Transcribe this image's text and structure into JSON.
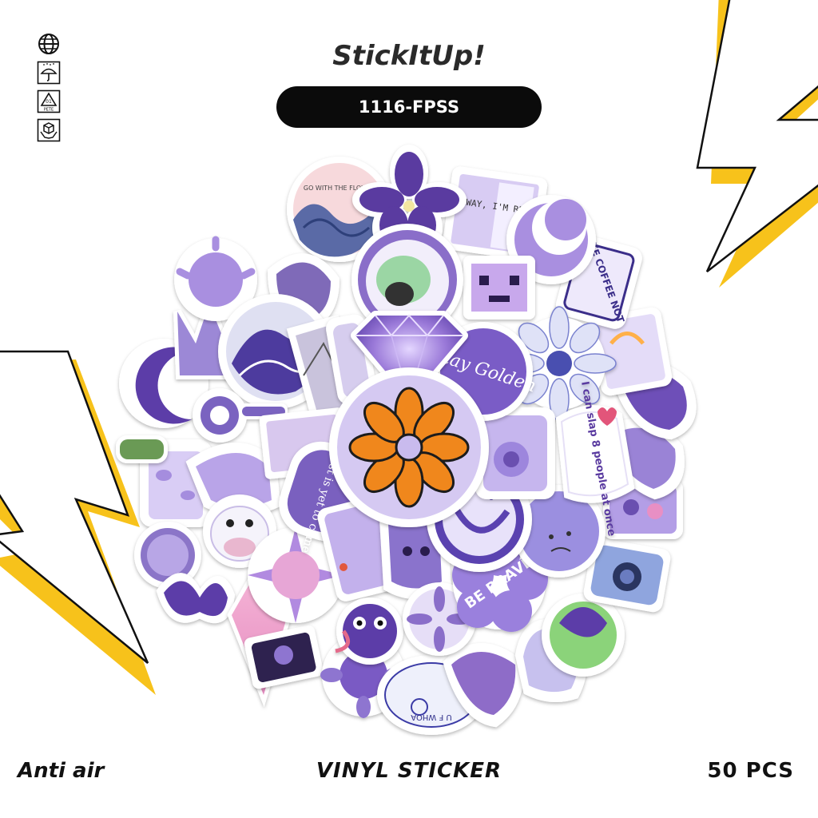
{
  "brand": {
    "name": "StickItUp!"
  },
  "product": {
    "code": "1116-FPSS"
  },
  "side_icons": [
    "globe-icon",
    "umbrella-rain-icon",
    "pete-recycle-icon",
    "package-hands-icon"
  ],
  "recycle_label": {
    "number": "01",
    "material": "PETE"
  },
  "stickers": {
    "go_with_the_flow": "GO WITH THE FLOW",
    "go_away": "GO AWAY, I'M READING",
    "make_coffee": "MAKE COFFEE NOT",
    "stay_golden": "Stay Golden",
    "slap": "I can slap 8 people at once",
    "be_brave": "BE BRAVE",
    "best_yet": "the best is yet to come",
    "whoa": "U F WHOA"
  },
  "footer": {
    "left": "Anti air",
    "center": "VINYL STICKER",
    "right": "50 PCS"
  },
  "colors": {
    "accent_yellow": "#f7c21b",
    "lightning_outline": "#111111",
    "purple_dark": "#5b3ea8",
    "purple_mid": "#8e74d0",
    "purple_light": "#c9b8ef",
    "orange": "#f0871d"
  }
}
